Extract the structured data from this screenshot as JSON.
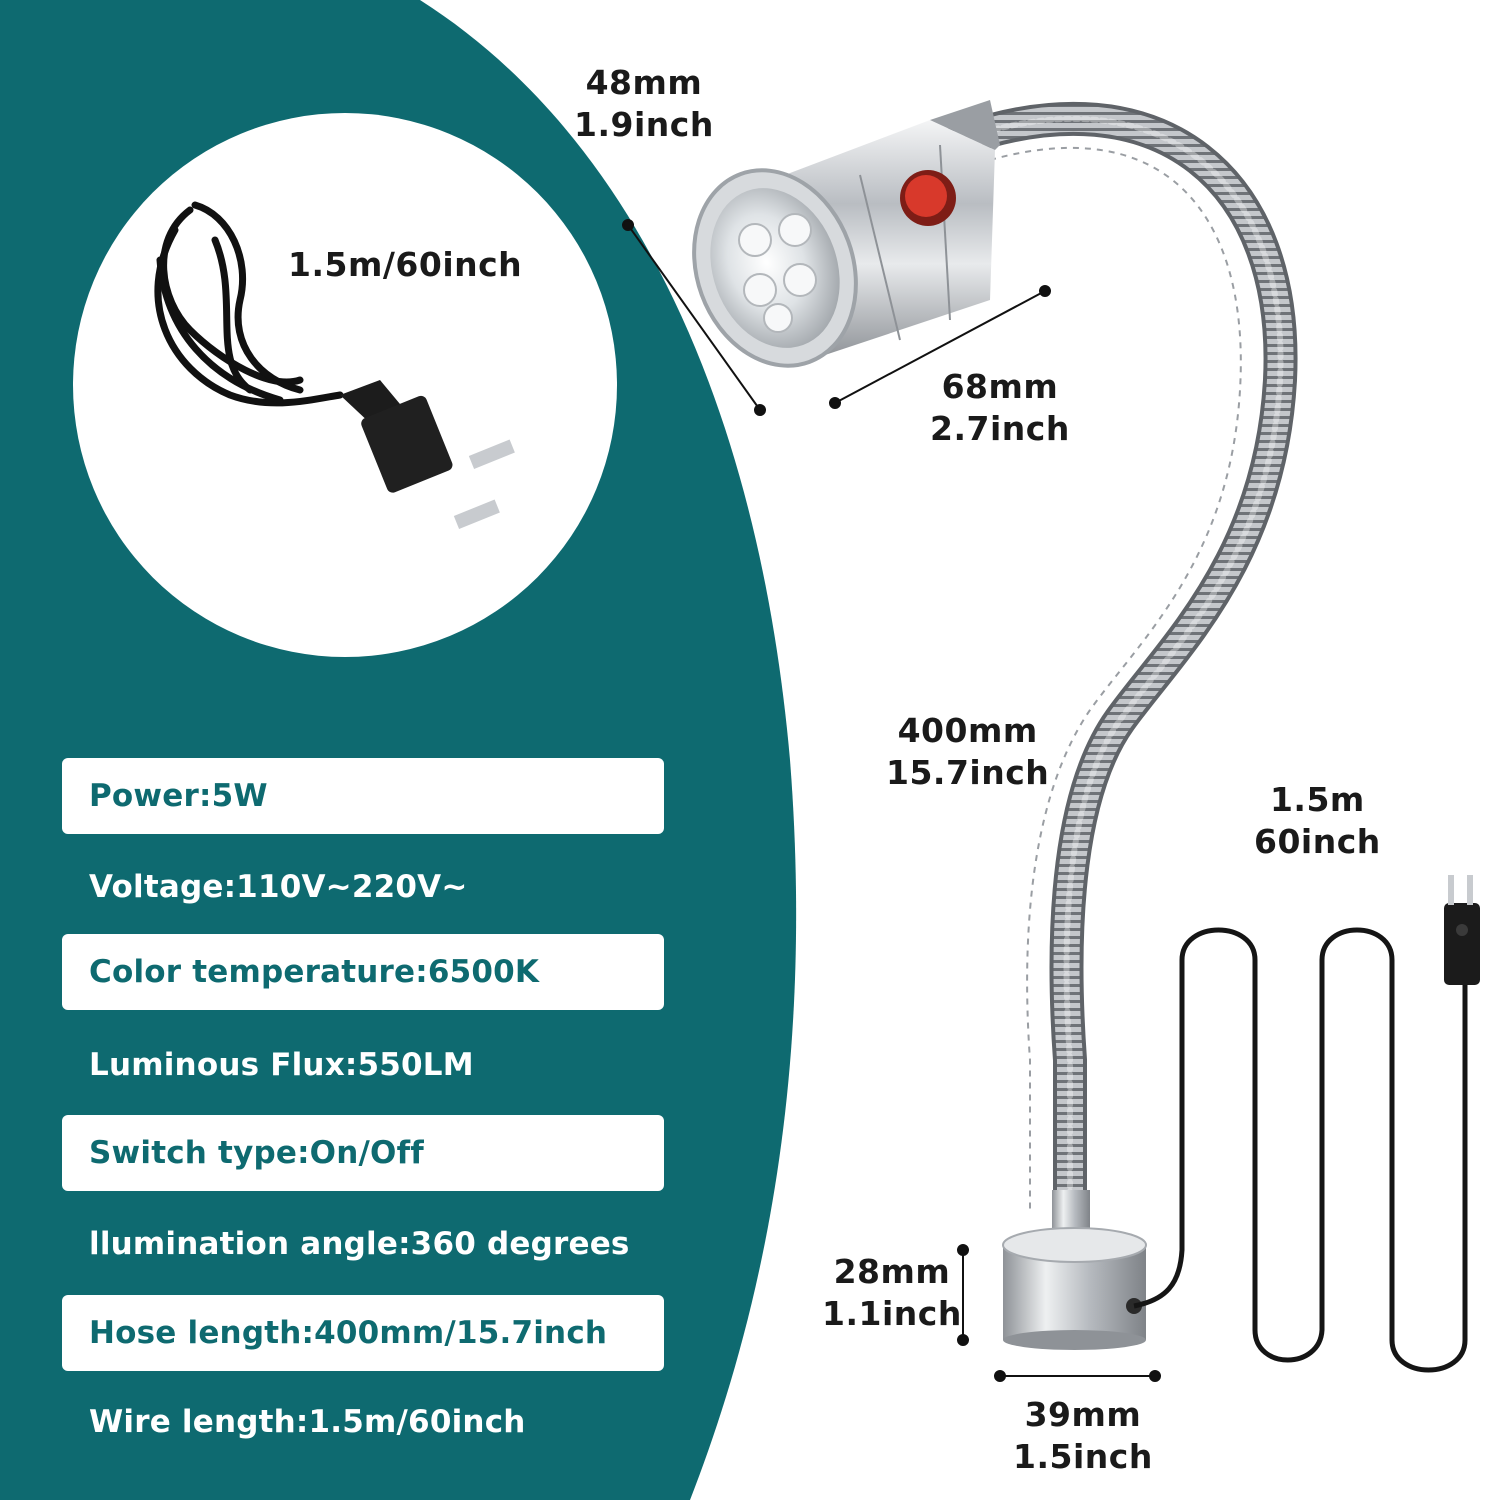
{
  "colors": {
    "panel_teal": "#0e6a70",
    "spec_text_teal": "#0e6a70",
    "spec_text_white": "#ffffff",
    "dimension_text": "#1a1a1a",
    "switch_red": "#d8392b",
    "metal_silver": "#c9ccd0",
    "cable_black": "#1a1a1a"
  },
  "inset": {
    "cable_length": "1.5m/60inch"
  },
  "specs": [
    {
      "text": "Power:5W",
      "style": "boxed"
    },
    {
      "text": "Voltage:110V~220V~",
      "style": "plain"
    },
    {
      "text": "Color temperature:6500K",
      "style": "boxed"
    },
    {
      "text": "Luminous Flux:550LM",
      "style": "plain"
    },
    {
      "text": "Switch type:On/Off",
      "style": "boxed"
    },
    {
      "text": "llumination angle:360 degrees",
      "style": "plain"
    },
    {
      "text": "Hose length:400mm/15.7inch",
      "style": "boxed"
    },
    {
      "text": "Wire length:1.5m/60inch",
      "style": "plain"
    }
  ],
  "dimensions": {
    "head_diameter": {
      "metric": "48mm",
      "imperial": "1.9inch"
    },
    "head_length": {
      "metric": "68mm",
      "imperial": "2.7inch"
    },
    "hose_length": {
      "metric": "400mm",
      "imperial": "15.7inch"
    },
    "wire_length": {
      "metric": "1.5m",
      "imperial": "60inch"
    },
    "base_height": {
      "metric": "28mm",
      "imperial": "1.1inch"
    },
    "base_diameter": {
      "metric": "39mm",
      "imperial": "1.5inch"
    }
  }
}
